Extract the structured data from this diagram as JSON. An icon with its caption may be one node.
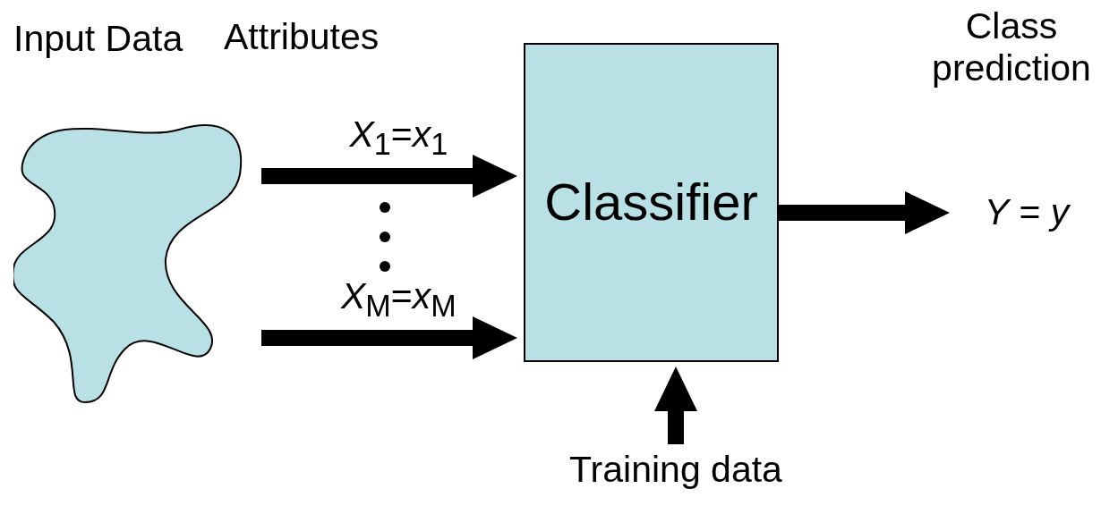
{
  "diagram": {
    "nodes": [
      {
        "text": [
          "Input Data"
        ]
      },
      {
        "text": [
          "Classifier"
        ]
      },
      {
        "text": [
          "*Y* = *y*"
        ]
      },
      {
        "text": [
          "Training data"
        ]
      }
    ],
    "edges": [
      {
        "from": 0,
        "to": 1,
        "arrow": "to",
        "label": "*X*$_{1}$=*x*$_{1}$"
      },
      {
        "from": 0,
        "to": 1,
        "arrow": "to",
        "label": "*X*$_{M}$=*x*$_{M}$"
      },
      {
        "from": 1,
        "to": 2,
        "arrow": "to"
      },
      {
        "from": 3,
        "to": 1,
        "arrow": "to"
      }
    ],
    "labels": [
      "Attributes",
      "Class prediction"
    ]
  }
}
